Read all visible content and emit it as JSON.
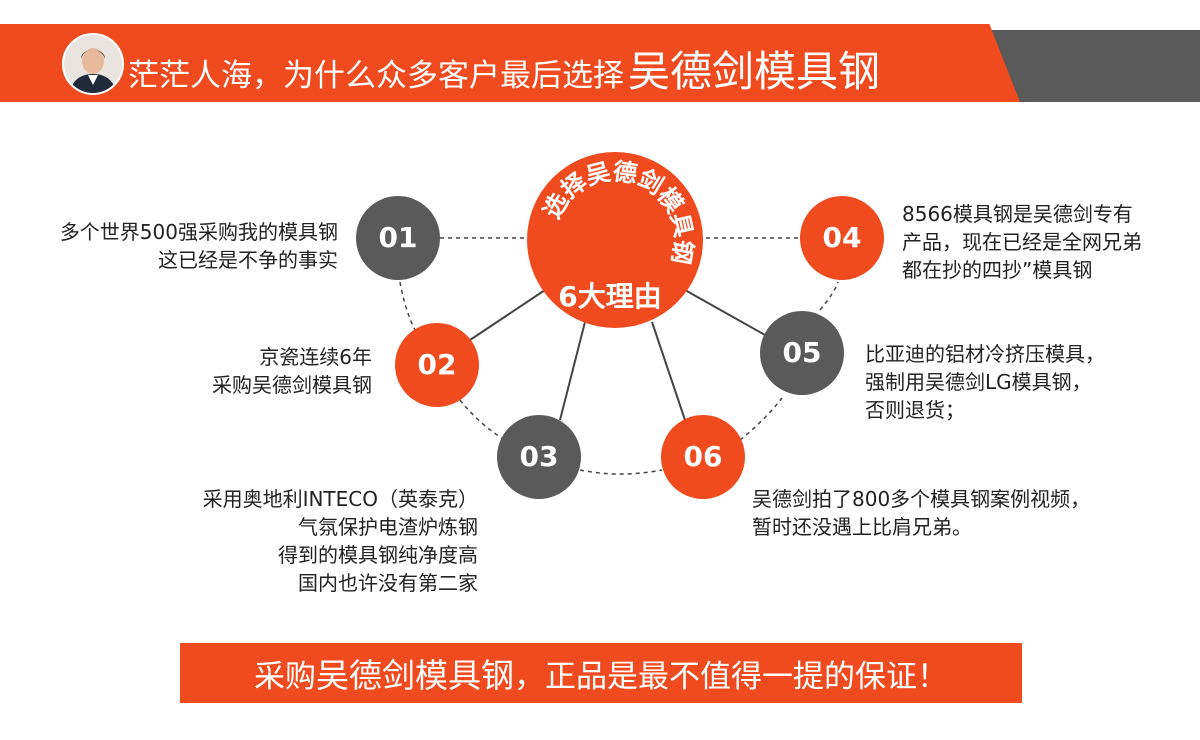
{
  "header": {
    "prefix": "茫茫人海，为什么众多客户最后选择",
    "brand": "吴德剑模具钢"
  },
  "center": {
    "arc_chars": [
      "选",
      "择",
      "吴",
      "德",
      "剑",
      "模",
      "具",
      "钢"
    ],
    "label": "6大理由"
  },
  "reasons": [
    {
      "num": "01",
      "lines": [
        "多个世界500强采购我的模具钢",
        "这已经是不争的事实"
      ]
    },
    {
      "num": "02",
      "lines": [
        "京瓷连续6年",
        "采购吴德剑模具钢"
      ]
    },
    {
      "num": "03",
      "lines": [
        "采用奥地利INTECO（英泰克）",
        "气氛保护电渣炉炼钢",
        "得到的模具钢纯净度高",
        "国内也许没有第二家"
      ]
    },
    {
      "num": "04",
      "lines": [
        "8566模具钢是吴德剑专有",
        "产品，现在已经是全网兄弟",
        "都在抄的四抄”模具钢"
      ]
    },
    {
      "num": "05",
      "lines": [
        "比亚迪的铝材冷挤压模具，",
        "强制用吴德剑LG模具钢，",
        "否则退货；"
      ]
    },
    {
      "num": "06",
      "lines": [
        "吴德剑拍了800多个模具钢案例视频，",
        "暂时还没遇上比肩兄弟。"
      ]
    }
  ],
  "footer": {
    "prefix": "采购",
    "brand": "吴德剑模具钢",
    "suffix": "，正品是最不值得一提的保证！"
  },
  "colors": {
    "accent": "#f04a1f",
    "dark": "#5a5a5a",
    "text": "#222222"
  }
}
